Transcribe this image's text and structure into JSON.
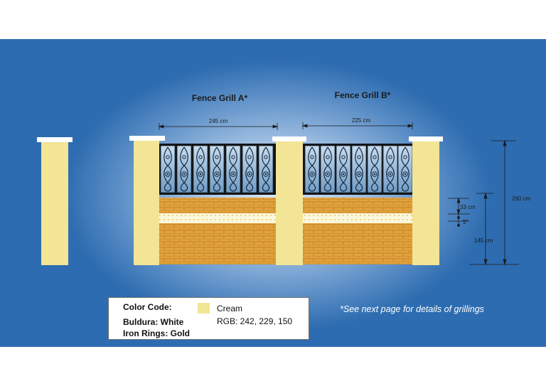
{
  "fence": {
    "grill_a_label": "Fence Grill A*",
    "grill_b_label": "Fence Grill B*",
    "grill_a_width": "245 cm",
    "grill_b_width": "225 cm",
    "total_height": "260 cm",
    "wall_height": "145 cm",
    "band_height": "33 cm",
    "band_gap": "5\""
  },
  "legend": {
    "title": "Color Code:",
    "buldura": "Buldura: White",
    "iron_rings": "Iron Rings: Gold",
    "swatch_name": "Cream",
    "swatch_rgb": "RGB: 242, 229, 150",
    "swatch_color": "#f2e596"
  },
  "note": "*See next page for details of grillings",
  "colors": {
    "background": "#2d6cb0",
    "pillar": "#f2e596",
    "brick": "#e2a23c",
    "band": "#f7f0c0",
    "cap": "#ffffff",
    "grill_frame": "#141414"
  }
}
